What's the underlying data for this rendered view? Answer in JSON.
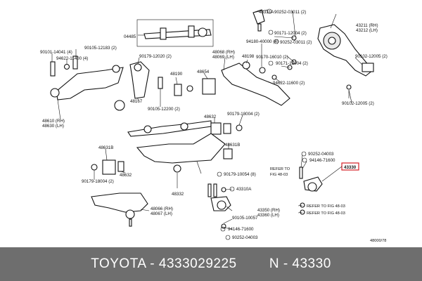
{
  "labels": {
    "l_48331A": "48331A",
    "l_90252_03011_2_top": "90252-03011 (2)",
    "l_43211": "43211 (RH)",
    "l_43212": "43212 (LH)",
    "l_04485": "04485",
    "l_90101_14041": "90101-14041 (4)",
    "l_90105_12183": "90105-12183 (2)",
    "l_94622_11400": "94622-11400 (4)",
    "l_90179_12020": "90179-12020 (2)",
    "l_48068": "48068 (RH)",
    "l_48069": "48069 (LH)",
    "l_94180_40000": "94180-40000 (4)",
    "l_90171_12004_a": "90171-12004 (2)",
    "l_90252_03011_2_mid": "90252-03011 (2)",
    "l_90170_16010": "90170-16010 (2)",
    "l_90171_12004_b": "90171-12004 (2)",
    "l_90102_12005_a": "90102-12005 (2)",
    "l_48198": "48198",
    "l_48654": "48654",
    "l_48190": "48190",
    "l_94622_11600": "94622-11600 (2)",
    "l_48167": "48167",
    "l_90105_12200": "90105-12200 (2)",
    "l_90102_12005_b": "90102-12005 (2)",
    "l_48610": "48610 (RH)",
    "l_48630": "48630 (LH)",
    "l_90179_18004": "90179-18004 (2)",
    "l_48632": "48632",
    "l_48631B_r": "48631B",
    "l_48631B_l": "48631B",
    "l_48632_b": "48632",
    "l_90179_18004_b": "90179-18004 (2)",
    "l_90252_04003": "90252-04003",
    "l_94146_71600_a": "94146-71600",
    "l_43330": "43330",
    "l_refer_48_03_a": "REFER TO",
    "l_refer_48_03_a2": "FIG 48-03",
    "l_90179_10054": "90179-10054 (8)",
    "l_43310A": "43310A",
    "l_48332": "48332",
    "l_48066": "48066 (RH)",
    "l_48067": "48067 (LH)",
    "l_43350": "43350 (RH)",
    "l_43360": "43360 (LH)",
    "l_90105_10057": "90105-10057",
    "l_94146_71600_b": "94146-71600",
    "l_90252_04003_b": "90252-04003",
    "l_refer_48_03_b": "REFER TO FIG 48-03",
    "l_refer_48_03_c": "REFER TO FIG 48-03",
    "l_48000_78": "48000/78"
  },
  "caption": "TOYOTA - 4333029225        N - 43330",
  "colors": {
    "highlight": "#d61f26",
    "caption_bg": "#6e6e6e",
    "caption_fg": "#ffffff"
  }
}
